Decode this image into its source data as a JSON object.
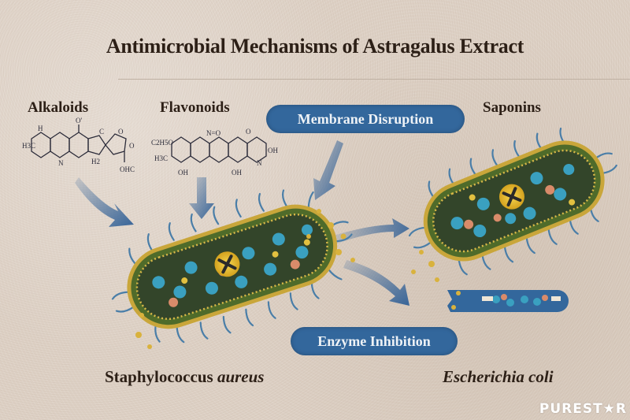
{
  "header": {
    "title": "Antimicrobial Mechanisms of Astragalus Extract"
  },
  "compounds": [
    {
      "label": "Alkaloids",
      "structure_atoms": [
        "H",
        "O'",
        "C",
        "O2",
        "H3CO",
        "H",
        "N",
        "H2",
        "O",
        "OHC"
      ]
    },
    {
      "label": "Flavonoids",
      "structure_atoms": [
        "N=O",
        "O^",
        "C2H5O",
        "OH",
        "H3C",
        "N",
        "OH",
        "N",
        "OH",
        "N"
      ]
    },
    {
      "label": "Saponins"
    }
  ],
  "mechanisms": {
    "membrane_disruption": "Membrane Disruption",
    "enzyme_inhibition": "Enzyme Inhibition"
  },
  "bacteria": [
    {
      "name_regular": "Staphylococcus",
      "name_italic": "aureus",
      "status_icon": "x-mark-icon"
    },
    {
      "name_regular": "",
      "name_italic": "Escherichia coli",
      "status_icon": "x-mark-icon"
    }
  ],
  "colors": {
    "background": "#ddd0c4",
    "pill": "#33679c",
    "arrow": "#2f5f96",
    "membrane_gold": "#c9a63a",
    "cell_green": "#3d5a2a",
    "organelle_blue": "#3aa0c0",
    "flagella": "#4a7ea8",
    "text": "#2c1f16"
  },
  "watermark": "PUREST★R"
}
